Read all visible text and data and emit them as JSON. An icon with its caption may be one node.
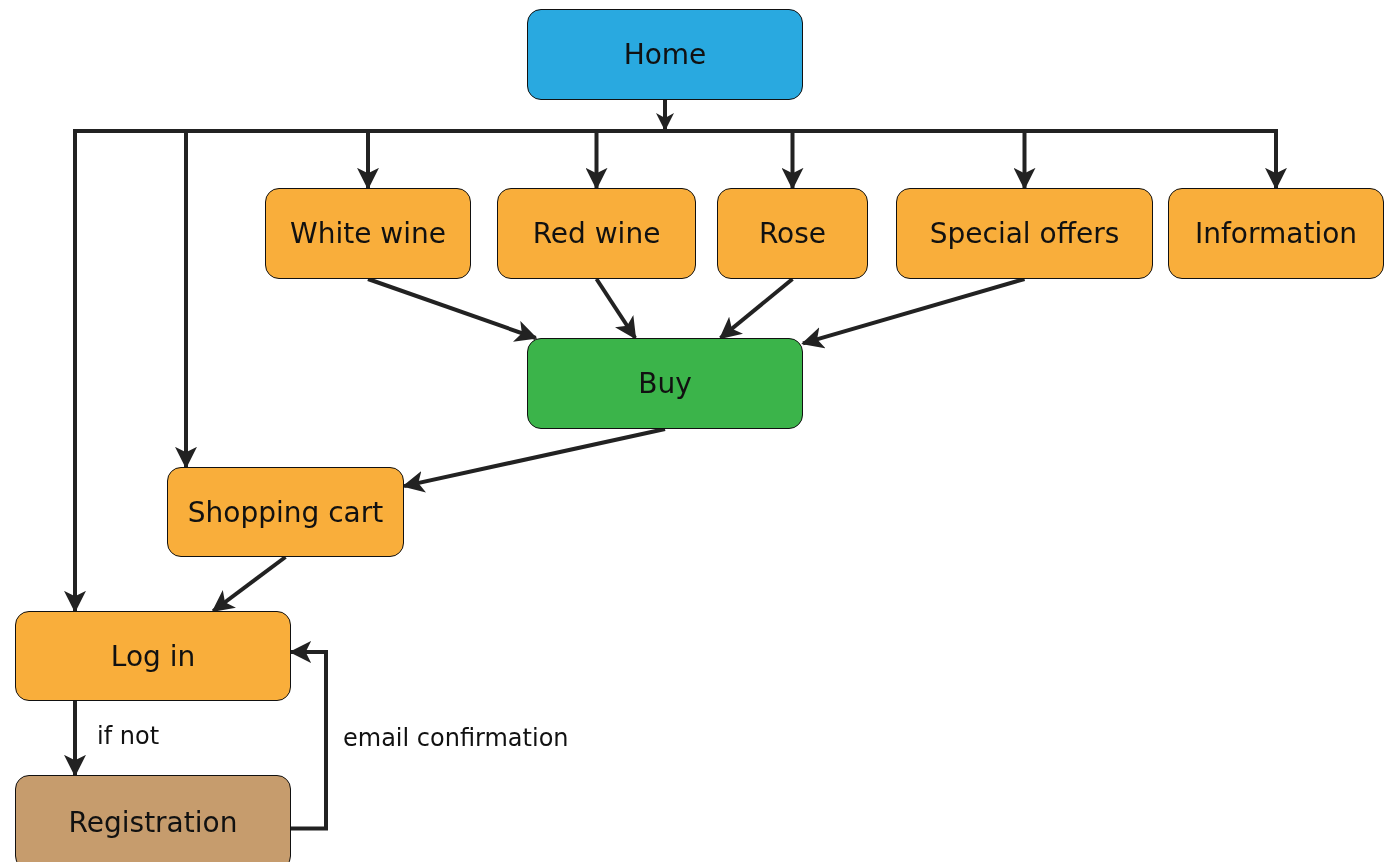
{
  "diagram": {
    "nodes": [
      {
        "text": [
          "Home"
        ]
      },
      {
        "text": [
          "White wine"
        ]
      },
      {
        "text": [
          "Red wine"
        ]
      },
      {
        "text": [
          "Rose"
        ]
      },
      {
        "text": [
          "Special offers"
        ]
      },
      {
        "text": [
          "Information"
        ]
      },
      {
        "text": [
          "Buy"
        ]
      },
      {
        "text": [
          "Shopping cart"
        ]
      },
      {
        "text": [
          "Log in"
        ]
      },
      {
        "text": [
          "Registration"
        ]
      }
    ],
    "edges": [
      {
        "from": 0,
        "to": 8,
        "arrow": "to"
      },
      {
        "from": 0,
        "to": 7,
        "arrow": "to"
      },
      {
        "from": 0,
        "to": 1,
        "arrow": "to"
      },
      {
        "from": 0,
        "to": 2,
        "arrow": "to"
      },
      {
        "from": 0,
        "to": 3,
        "arrow": "to"
      },
      {
        "from": 0,
        "to": 4,
        "arrow": "to"
      },
      {
        "from": 0,
        "to": 5,
        "arrow": "to"
      },
      {
        "from": 1,
        "to": 6,
        "arrow": "to"
      },
      {
        "from": 2,
        "to": 6,
        "arrow": "to"
      },
      {
        "from": 3,
        "to": 6,
        "arrow": "to"
      },
      {
        "from": 4,
        "to": 6,
        "arrow": "to"
      },
      {
        "from": 6,
        "to": 7,
        "arrow": "to"
      },
      {
        "from": 7,
        "to": 8,
        "arrow": "to"
      },
      {
        "from": 8,
        "to": 9,
        "arrow": "to",
        "label": "if not"
      },
      {
        "from": 9,
        "to": 8,
        "arrow": "to",
        "label": "email confirmation"
      }
    ]
  }
}
